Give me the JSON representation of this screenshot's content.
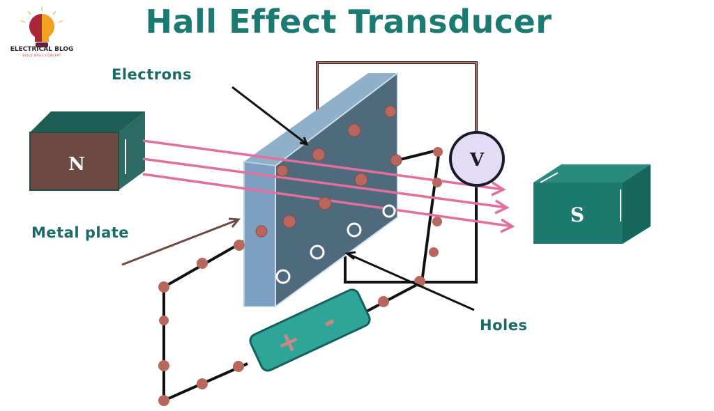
{
  "title": "Hall Effect Transducer",
  "logo": {
    "name": "ELECTRICAL BLOG",
    "tagline": "BUILD BASIC CONCEPT"
  },
  "labels": {
    "electrons": "Electrons",
    "metal_plate": "Metal plate",
    "holes": "Holes",
    "north": "N",
    "south": "S",
    "voltmeter": "V",
    "plus": "+",
    "minus": "-"
  },
  "colors": {
    "title": "#1b7a72",
    "field_lines": "#e2709c",
    "plate": "#4f6a7c",
    "north": "#6b4a44",
    "south": "#1e7a6e",
    "battery": "#2fa59a"
  }
}
